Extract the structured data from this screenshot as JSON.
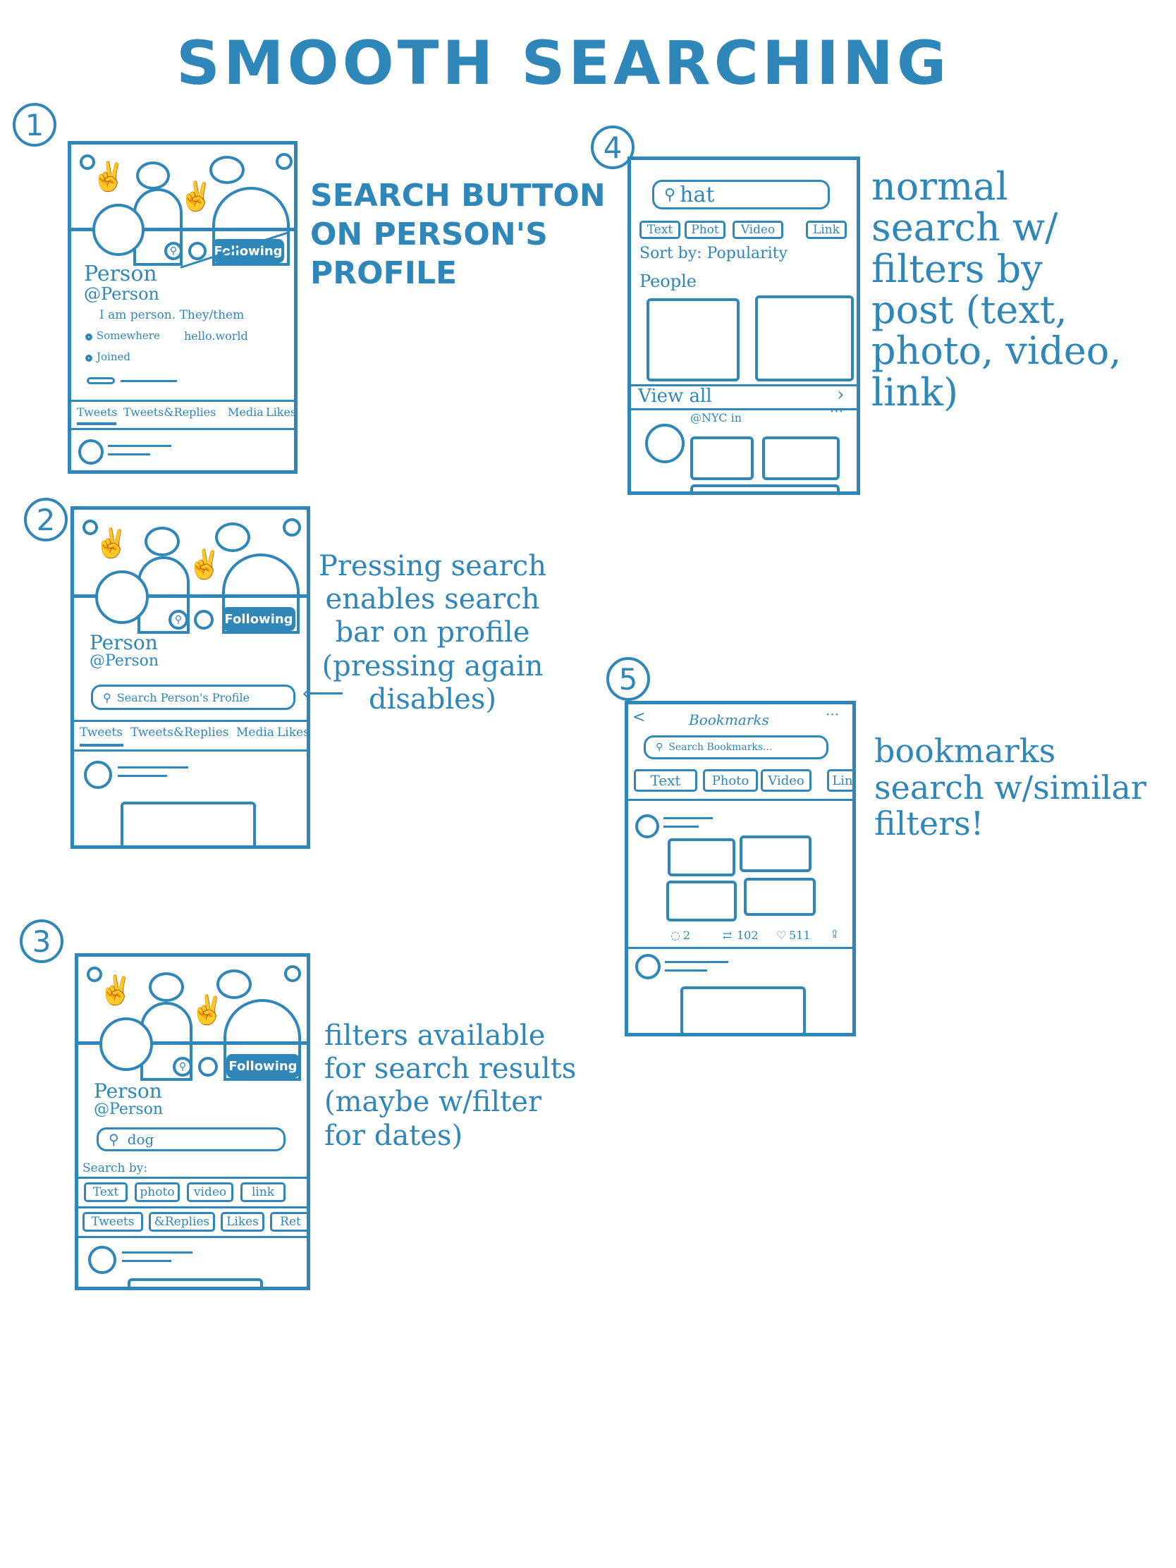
{
  "title": "SMOOTH SEARCHING",
  "colors": {
    "ink": "#2f86b8",
    "paper": "#ffffff"
  },
  "labels": {
    "n1": "1",
    "n2": "2",
    "n3": "3",
    "n4": "4",
    "n5": "5"
  },
  "profile": {
    "name": "Person",
    "handle": "@Person",
    "following": "Following",
    "bio": "I am person. They/them",
    "location": "Somewhere",
    "link": "hello.world",
    "joined": "Joined",
    "tabs": [
      "Tweets",
      "Tweets&Replies",
      "Media",
      "Likes"
    ],
    "tabs3": [
      "Tweets",
      "&Replies",
      "Likes",
      "Ret"
    ],
    "search_placeholder": "Search Person's Profile",
    "search_query": "dog",
    "search_by": "Search by:",
    "filters": [
      "Text",
      "photo",
      "video",
      "link"
    ]
  },
  "search": {
    "query": "hat",
    "filters": [
      "Text",
      "Phot",
      "Video",
      "Link"
    ],
    "sort": "Sort by: Popularity",
    "people": "People",
    "view_all": "View all",
    "tweet_handle": "@NYC in"
  },
  "bookmarks": {
    "title": "Bookmarks",
    "placeholder": "Search Bookmarks...",
    "filters": [
      "Text",
      "Photo",
      "Video",
      "Lin"
    ],
    "stats": [
      "2",
      "102",
      "511"
    ]
  },
  "notes": {
    "n1": "SEARCH BUTTON\nON PERSON'S\nPROFILE",
    "n2": "Pressing search\nenables search\nbar on profile\n(pressing again\ndisables)",
    "n3": "filters available\nfor search results\n(maybe w/filter\nfor dates)",
    "n4": "normal\nsearch w/\nfilters by\npost (text,\nphoto, video,\nlink)",
    "n5": "bookmarks\nsearch w/similar\nfilters!"
  }
}
